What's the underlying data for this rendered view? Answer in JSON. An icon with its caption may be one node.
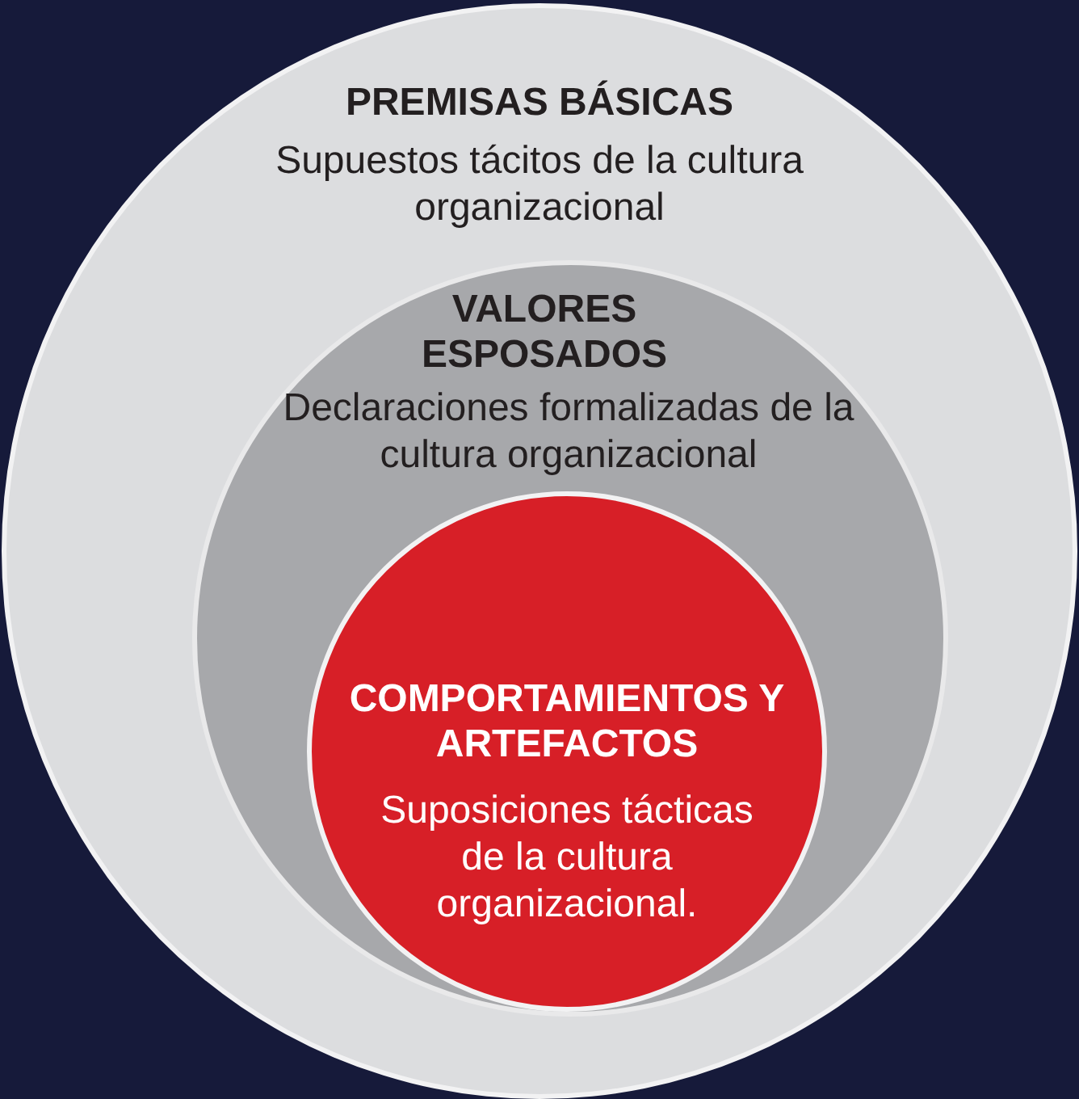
{
  "diagram": {
    "nodes": [
      {
        "text": [
          "PREMISAS BÁSICAS",
          "Supuestos tácitos de la cultura organizacional"
        ]
      },
      {
        "text": [
          "VALORES ESPOSADOS",
          "Declaraciones formalizadas de la cultura organizacional"
        ],
        "in": 0
      },
      {
        "text": [
          "COMPORTAMIENTOS Y ARTEFACTOS",
          "Suposiciones tácticas de la cultura organizacional."
        ],
        "in": 1
      }
    ]
  }
}
